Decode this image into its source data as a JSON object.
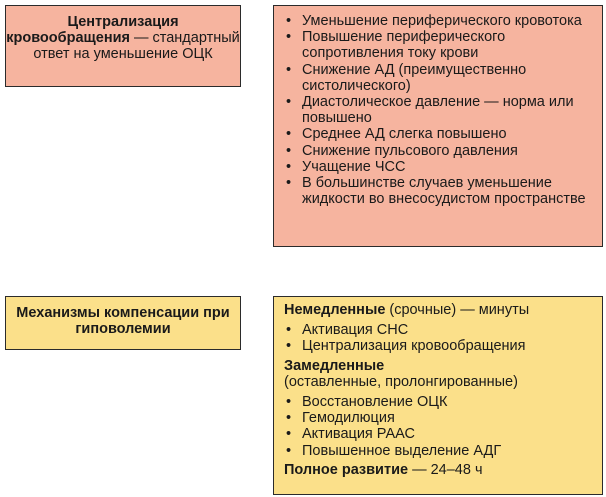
{
  "centralization_box": {
    "title_bold": "Централизация кровообращения",
    "title_rest": " — стандартный ответ на уменьшение ОЦК"
  },
  "centralization_effects": [
    "Уменьшение периферического кровотока",
    "Повышение периферического сопротивления току крови",
    "Снижение АД (преимущественно систолического)",
    "Диастолическое давление — норма или повышено",
    "Среднее АД слегка повышено",
    "Снижение пульсового давления",
    "Учащение ЧСС",
    "В большинстве случаев уменьшение жидкости во внесосудистом пространстве"
  ],
  "mechanisms_box": {
    "title": "Механизмы компенсации при гиповолемии"
  },
  "mechanisms_details": {
    "immediate": {
      "label_bold": "Немедленные",
      "label_rest": " (срочные) — минуты",
      "items": [
        "Активация СНС",
        "Централизация кровообращения"
      ]
    },
    "delayed": {
      "label_bold": "Замедленные",
      "label_rest": "(оставленные, пролонгированные)",
      "items": [
        "Восстановление ОЦК",
        "Гемодилюция",
        "Активация РААС",
        "Повышенное выделение АДГ"
      ]
    },
    "full_development": {
      "label_bold": "Полное развитие",
      "label_rest": " — 24–48 ч"
    }
  },
  "colors": {
    "salmon": "#f6b49f",
    "yellow": "#fbe08a",
    "border": "#2b2b2b"
  }
}
